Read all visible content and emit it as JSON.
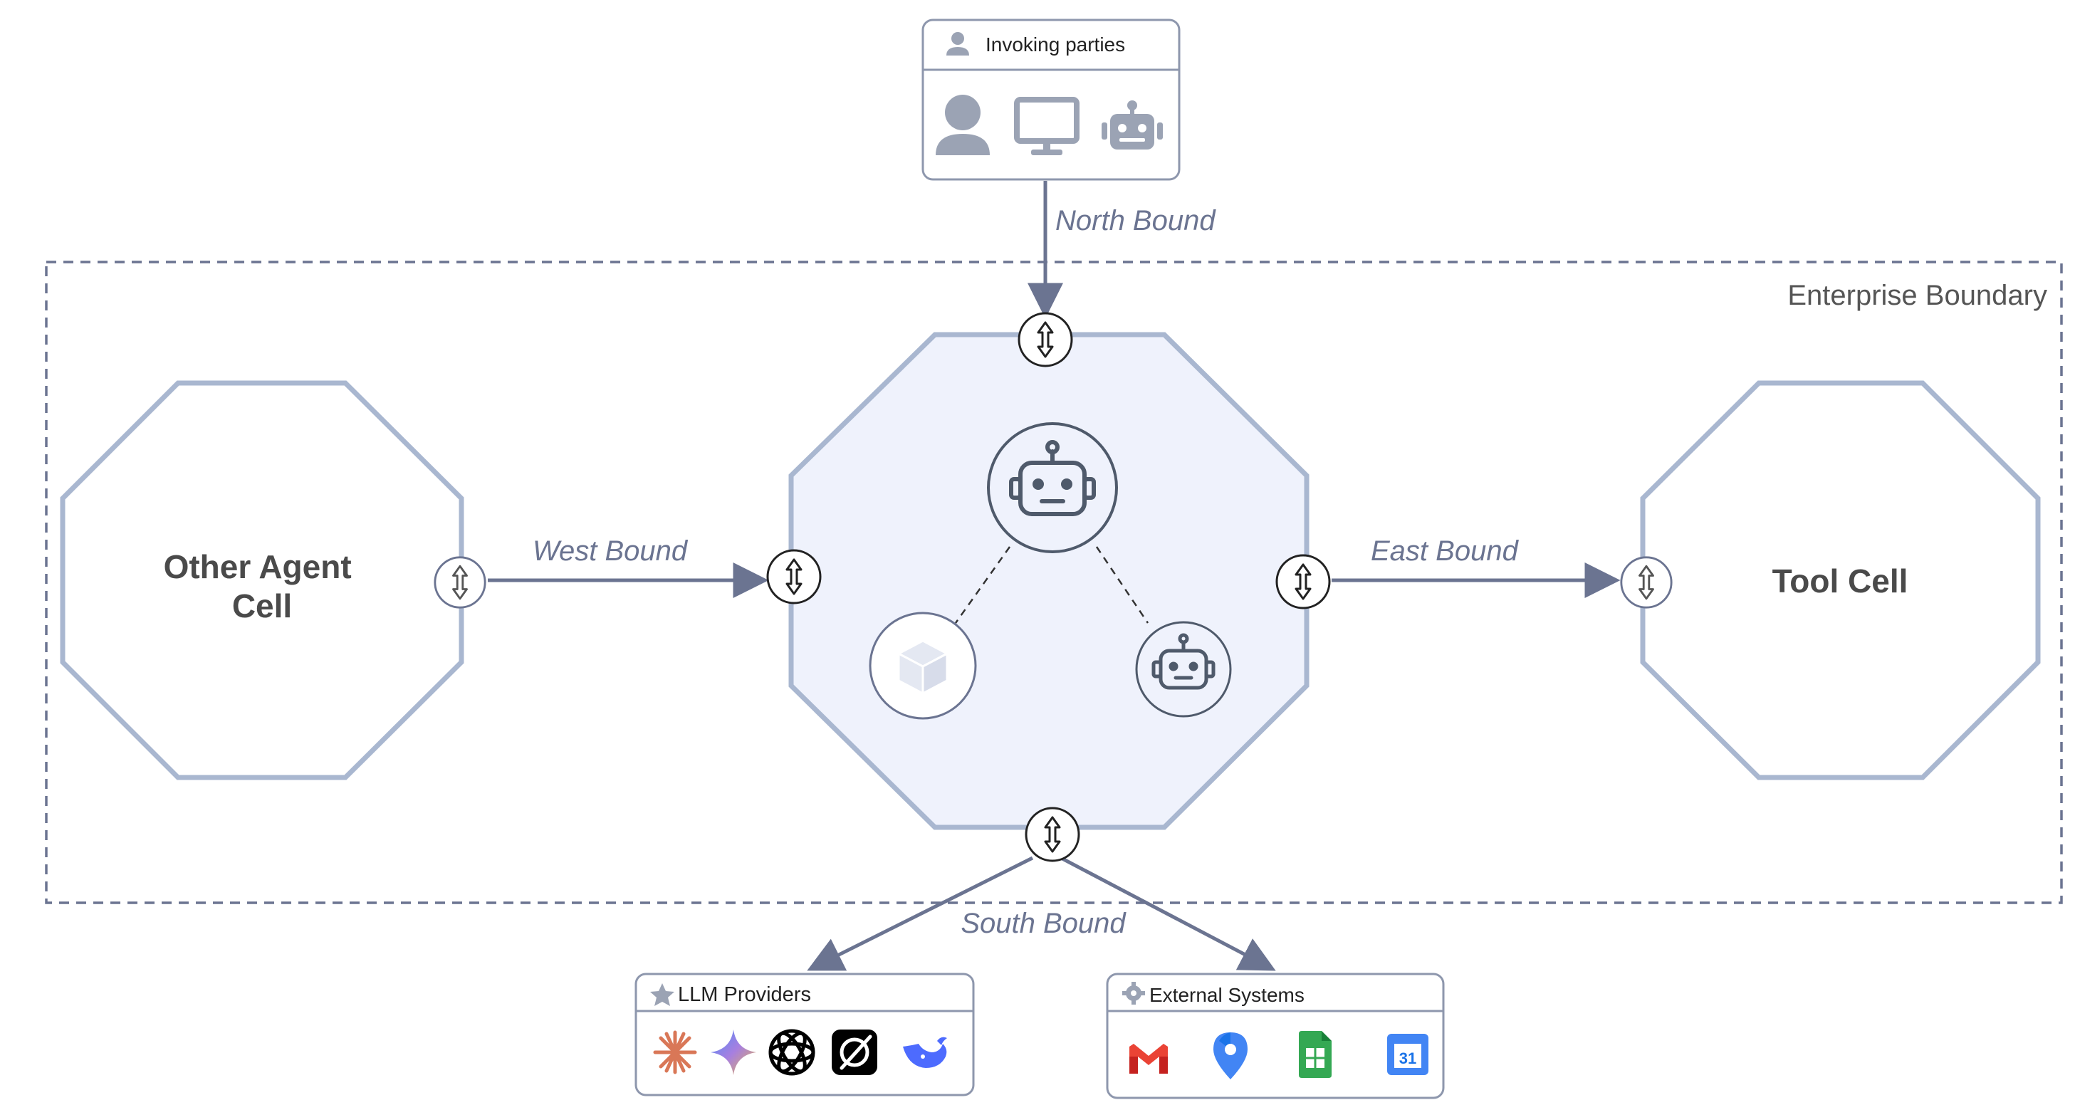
{
  "invoking_parties": {
    "title": "Invoking parties",
    "icons": [
      "user-icon",
      "monitor-icon",
      "robot-icon"
    ]
  },
  "flows": {
    "north": "North Bound",
    "west": "West Bound",
    "east": "East Bound",
    "south": "South Bound"
  },
  "boundary": {
    "label": "Enterprise Boundary"
  },
  "cells": {
    "left": "Other Agent Cell",
    "right": "Tool Cell"
  },
  "center_cell": {
    "icons": [
      "robot-icon",
      "cube-icon",
      "robot-icon"
    ]
  },
  "llm_providers": {
    "title": "LLM Providers",
    "icons": [
      "anthropic-logo",
      "gemini-logo",
      "openai-logo",
      "grok-logo",
      "deepseek-logo"
    ]
  },
  "external_systems": {
    "title": "External Systems",
    "icons": [
      "gmail-logo",
      "google-maps-logo",
      "google-sheets-logo",
      "google-calendar-logo"
    ]
  },
  "colors": {
    "arrow": "#6b7491",
    "octagon_stroke": "#a9b7d0",
    "center_fill": "#eff2fc",
    "boundary": "#6b7491",
    "text_dark": "#4a4a4a",
    "icon_gray": "#9ba3b4",
    "robot_dark": "#4f5a6b"
  }
}
